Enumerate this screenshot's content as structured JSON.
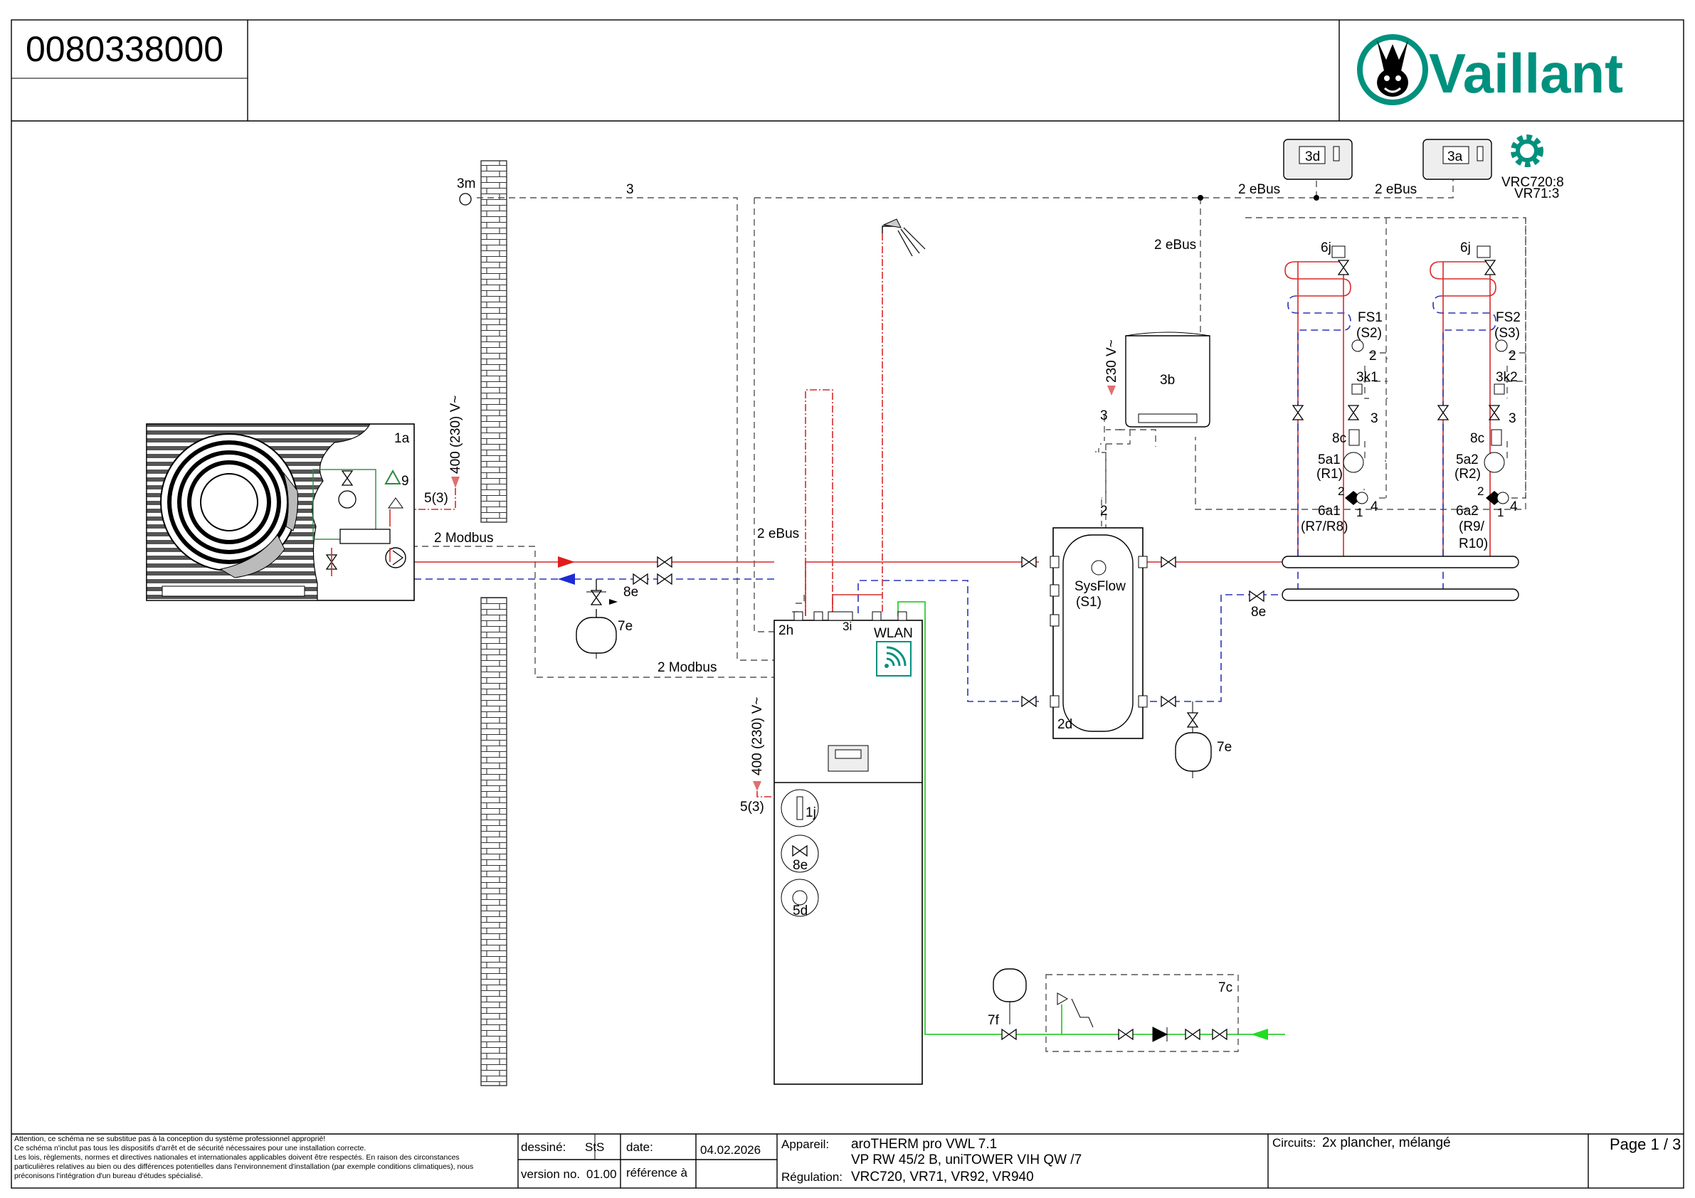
{
  "header": {
    "doc_number": "0080338000",
    "brand": "Vaillant"
  },
  "controls": {
    "remote_3d": "3d",
    "remote_3a": "3a",
    "model_line1": "VRC720:8",
    "model_line2": "VR71:3",
    "ebus_a": "2 eBus",
    "ebus_b": "2 eBus",
    "ebus_c": "2 eBus",
    "ebus_d": "2 eBus"
  },
  "outdoor_unit": {
    "label": "1a",
    "warning": "9",
    "power": "400 (230) V~",
    "power_wire": "5(3)",
    "modbus": "2 Modbus"
  },
  "sensor_3m": {
    "label": "3m",
    "wire": "3"
  },
  "tower": {
    "label_2h": "2h",
    "label_3i": "3i",
    "wlan": "WLAN",
    "power": "400 (230) V~",
    "power_wire": "5(3)",
    "modbus": "2 Modbus",
    "comp_1j": "1j",
    "comp_8e": "8e",
    "comp_5d": "5d"
  },
  "expansion_left": {
    "valve": "8e",
    "vessel": "7e"
  },
  "module_3b": {
    "label": "3b",
    "power": "230 V~",
    "wire": "3",
    "down_wire": "2"
  },
  "buffer": {
    "sensor": "SysFlow",
    "sensor_ref": "(S1)",
    "label": "2d",
    "expansion_vessel": "7e",
    "valve_8e": "8e"
  },
  "circuit1": {
    "mixer_motor": "6j",
    "sensor": "FS1",
    "sensor_ref": "(S2)",
    "sensor_wire": "2",
    "limiter": "3k1",
    "limiter_wire": "3",
    "check_valve": "8c",
    "pump": "5a1",
    "pump_ref": "(R1)",
    "mixer": "6a1",
    "mixer_ref": "(R7/R8)",
    "mixer_wire": "4",
    "port2": "2",
    "port1": "1"
  },
  "circuit2": {
    "mixer_motor": "6j",
    "sensor": "FS2",
    "sensor_ref": "(S3)",
    "sensor_wire": "2",
    "limiter": "3k2",
    "limiter_wire": "3",
    "check_valve": "8c",
    "pump": "5a2",
    "pump_ref": "(R2)",
    "mixer": "6a2",
    "mixer_ref_1": "(R9/",
    "mixer_ref_2": "R10)",
    "mixer_wire": "4",
    "port2": "2",
    "port1": "1"
  },
  "cold_water": {
    "vessel": "7f",
    "group": "7c"
  },
  "disclaimer": [
    "Attention, ce schéma ne se substitue pas à la conception du système professionnel approprié!",
    "Ce schéma n'inclut pas tous les dispositifs d'arrêt et de sécurité nécessaires pour une installation correcte.",
    "Les lois, règlements, normes et directives nationales et internationales applicables doivent être respectés. En raison des circonstances",
    "particulières relatives au bien ou des différences potentielles dans l'environnement d'installation (par exemple conditions climatiques), nous",
    "préconisons l'intégration d'un bureau d'études spécialisé."
  ],
  "footer": {
    "drawn_label": "dessiné:",
    "drawn_value": "StS",
    "date_label": "date:",
    "date_value": "04.02.2026",
    "version_label": "version no.",
    "version_value": "01.00",
    "reference_label": "référence à",
    "appliance_label": "Appareil:",
    "appliance_line1": "aroTHERM pro VWL 7.1",
    "appliance_line2": "VP RW 45/2 B, uniTOWER VIH QW /7",
    "regulation_label": "Régulation:",
    "regulation_value": "VRC720, VR71, VR92, VR940",
    "circuits_label": "Circuits:",
    "circuits_value": "2x plancher, mélangé",
    "page": "Page 1 / 3"
  }
}
